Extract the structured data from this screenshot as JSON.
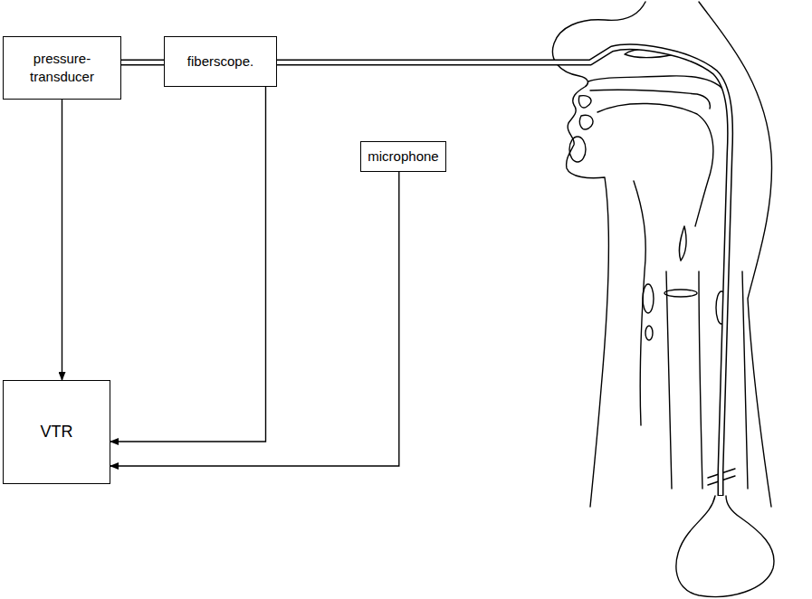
{
  "diagram": {
    "nodes": [
      {
        "text": [
          "pressure- transducer"
        ]
      },
      {
        "text": [
          "fiberscope."
        ]
      },
      {
        "text": [
          "microphone"
        ]
      },
      {
        "text": [
          "VTR"
        ]
      }
    ],
    "edges": [
      {
        "from": 0,
        "to": 1,
        "arrow": "none"
      },
      {
        "from": 1,
        "to": 3,
        "arrow": "to"
      },
      {
        "from": 0,
        "to": 3,
        "arrow": "to"
      },
      {
        "from": 2,
        "to": 3,
        "arrow": "to"
      }
    ]
  }
}
